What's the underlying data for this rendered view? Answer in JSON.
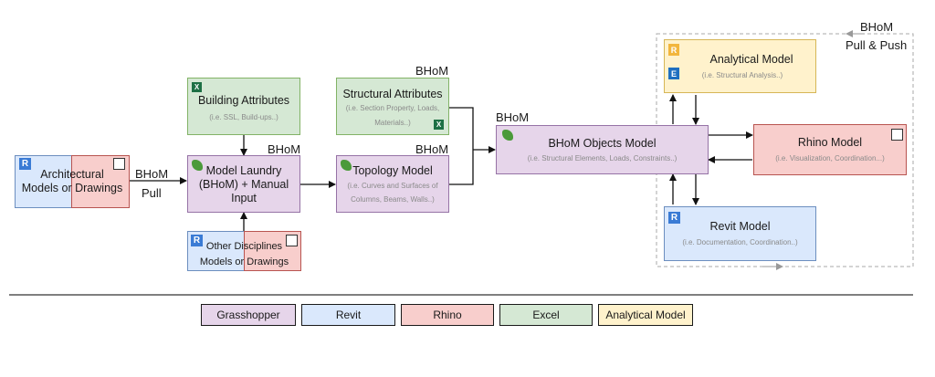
{
  "nodes": {
    "architectural": {
      "line1": "Architectural",
      "line2": "Models or Drawings"
    },
    "building_attributes": {
      "title": "Building Attributes",
      "sub": "(i.e. SSL, Build-ups..)"
    },
    "model_laundry": {
      "line1": "Model Laundry",
      "line2": "(BHoM) + Manual",
      "line3": "Input"
    },
    "other_disciplines": {
      "line1": "Other Disciplines",
      "line2": "Models or Drawings"
    },
    "structural_attributes": {
      "title": "Structural Attributes",
      "sub1": "(i.e. Section Property, Loads,",
      "sub2": "Materials..)"
    },
    "topology_model": {
      "title": "Topology Model",
      "sub1": "(i.e. Curves and Surfaces of",
      "sub2": "Columns, Beams, Walls..)"
    },
    "bhom_objects": {
      "title": "BHoM Objects Model",
      "sub": "(i.e. Structural Elements, Loads, Constraints..)"
    },
    "analytical_model": {
      "title": "Analytical Model",
      "sub": "(i.e. Structural Analysis..)"
    },
    "rhino_model": {
      "title": "Rhino Model",
      "sub": "(i.e. Visualization, Coordination...)"
    },
    "revit_model": {
      "title": "Revit Model",
      "sub": "(i.e. Documentation, Coordination..)"
    }
  },
  "labels": {
    "bhom_pull_1": "BHoM",
    "bhom_pull_2": "Pull",
    "bhom_structural": "BHoM",
    "bhom_laundry": "BHoM",
    "bhom_topology": "BHoM",
    "bhom_objects": "BHoM",
    "bhom_pullpush_1": "BHoM",
    "bhom_pullpush_2": "Pull & Push"
  },
  "legend": [
    {
      "label": "Grasshopper",
      "color": "#e6d5ea"
    },
    {
      "label": "Revit",
      "color": "#dae8fc"
    },
    {
      "label": "Rhino",
      "color": "#f8cecc"
    },
    {
      "label": "Excel",
      "color": "#d5e8d4"
    },
    {
      "label": "Analytical Model",
      "color": "#fff2cc"
    }
  ],
  "icons": [
    "revit-icon",
    "rhino-icon",
    "excel-icon",
    "grasshopper-icon",
    "analytical-software-icon",
    "etabs-icon"
  ]
}
